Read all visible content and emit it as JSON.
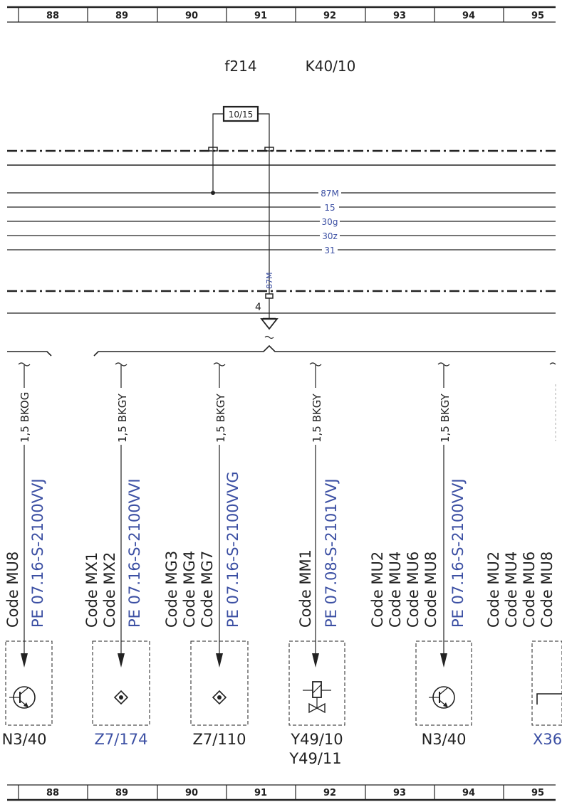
{
  "grid_columns": [
    "88",
    "89",
    "90",
    "91",
    "92",
    "93",
    "94",
    "95"
  ],
  "fuse": {
    "label": "f214",
    "rating": "10/15"
  },
  "relay": {
    "label": "K40/10"
  },
  "busbars": [
    "87M",
    "15",
    "30g",
    "30z",
    "31"
  ],
  "feed": {
    "wire_label": "87M",
    "pin": "4"
  },
  "branches": [
    {
      "wire": "1,5 BKOG",
      "pe": "PE 07.16-S-2100VVJ",
      "codes": [
        "Code MU8"
      ],
      "component": "N3/40",
      "component2": "",
      "symbol": "transistor",
      "component_color": "#222222"
    },
    {
      "wire": "1,5 BKGY",
      "pe": "PE 07.16-S-2100VVI",
      "codes": [
        "Code MX1",
        "Code MX2"
      ],
      "component": "Z7/174",
      "component2": "",
      "symbol": "splice",
      "component_color": "#3b4fa3"
    },
    {
      "wire": "1,5 BKGY",
      "pe": "PE 07.16-S-2100VVG",
      "codes": [
        "Code MG3",
        "Code MG4",
        "Code MG7"
      ],
      "component": "Z7/110",
      "component2": "",
      "symbol": "splice",
      "component_color": "#222222"
    },
    {
      "wire": "1,5 BKGY",
      "pe": "PE 07.08-S-2101VVJ",
      "codes": [
        "Code MM1"
      ],
      "component": "Y49/10",
      "component2": "Y49/11",
      "symbol": "valve",
      "component_color": "#222222"
    },
    {
      "wire": "1,5 BKGY",
      "pe": "PE 07.16-S-2100VVJ",
      "codes": [
        "Code MU2",
        "Code MU4",
        "Code MU6",
        "Code MU8"
      ],
      "component": "N3/40",
      "component2": "",
      "symbol": "transistor",
      "component_color": "#222222"
    },
    {
      "wire": "",
      "pe": "",
      "codes": [
        "Code MU2",
        "Code MU4",
        "Code MU6",
        "Code MU8"
      ],
      "component": "X36",
      "component2": "",
      "symbol": "connector",
      "component_color": "#3b4fa3"
    }
  ],
  "colors": {
    "ink": "#222222",
    "link": "#3b4fa3"
  }
}
